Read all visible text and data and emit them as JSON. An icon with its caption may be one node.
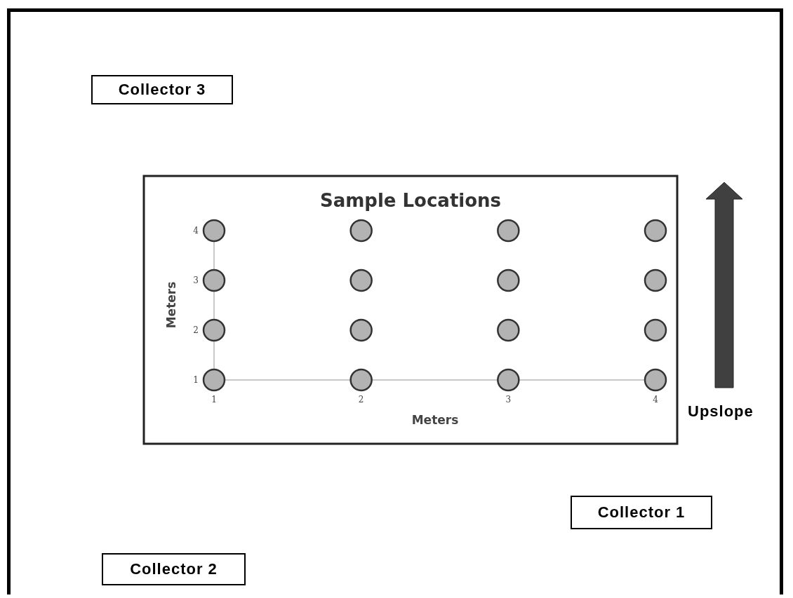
{
  "diagram": {
    "nodes": [
      {
        "text": [
          "Collector 3"
        ]
      },
      {
        "text": [
          "Collector 1"
        ]
      },
      {
        "text": [
          "Collector 2"
        ]
      }
    ],
    "labels": [
      "Upslope"
    ],
    "chart_data": {
      "type": "scatter",
      "title": "Sample Locations",
      "xlabel": "Meters",
      "ylabel": "Meters",
      "x": [
        1,
        2,
        3,
        4,
        1,
        2,
        3,
        4,
        1,
        2,
        3,
        4,
        1,
        2,
        3,
        4
      ],
      "series": [
        {
          "color": "#b3b3b3",
          "values": [
            4,
            4,
            4,
            4,
            3,
            3,
            3,
            3,
            2,
            2,
            2,
            2,
            1,
            1,
            1,
            1
          ]
        }
      ],
      "xlim": [
        1,
        4
      ],
      "ylim": [
        1,
        4
      ],
      "xticks": [
        1,
        2,
        3,
        4
      ],
      "yticks": [
        1,
        2,
        3,
        4
      ]
    }
  }
}
